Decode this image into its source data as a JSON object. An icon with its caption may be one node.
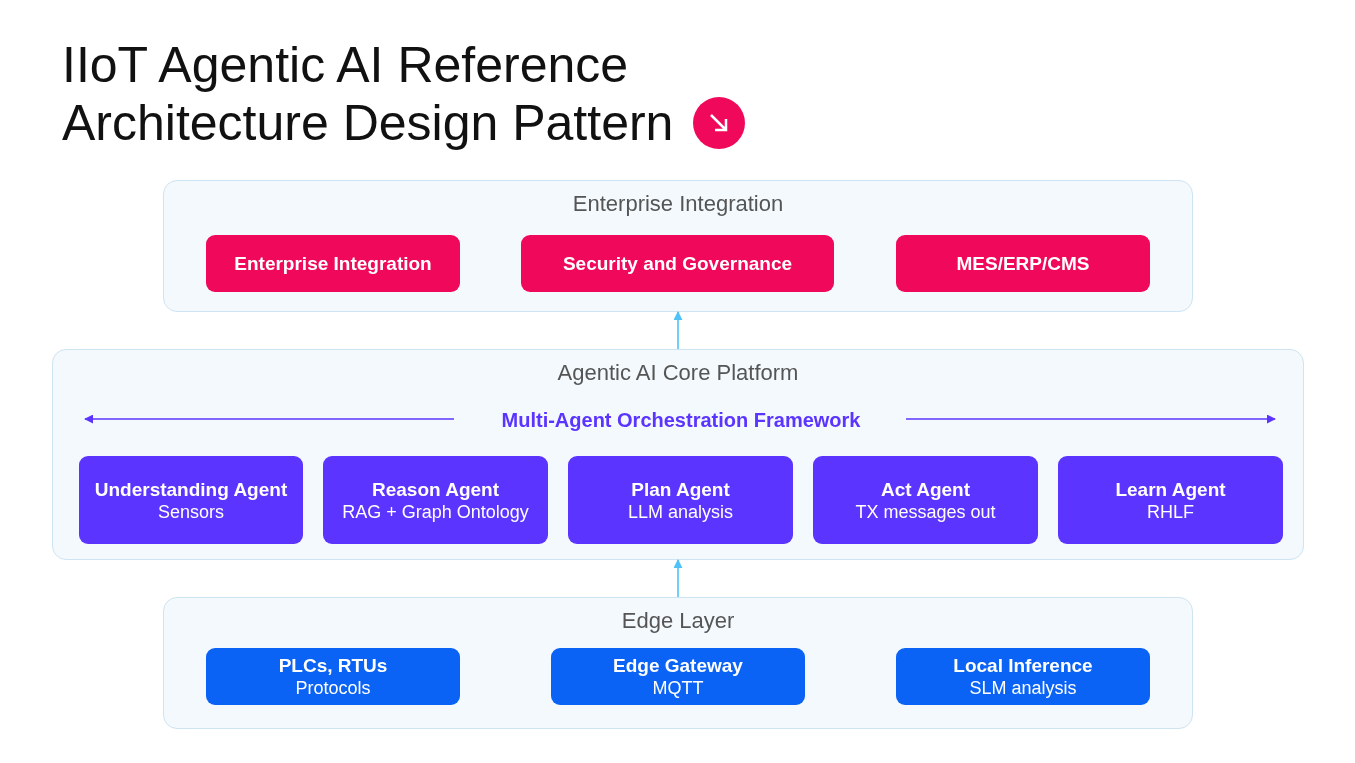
{
  "diagram": {
    "title": "IIoT Agentic AI Reference Architecture Design Pattern",
    "nodes": [
      {
        "text": [
          "Enterprise Integration"
        ]
      },
      {
        "text": [
          "Enterprise Integration"
        ],
        "in": 0
      },
      {
        "text": [
          "Security and Governance"
        ],
        "in": 0
      },
      {
        "text": [
          "MES/ERP/CMS"
        ],
        "in": 0
      },
      {
        "text": [
          "Agentic AI Core Platform"
        ]
      },
      {
        "text": [
          "Multi-Agent Orchestration Framework"
        ],
        "in": 4
      },
      {
        "text": [
          "Understanding Agent",
          "Sensors"
        ],
        "in": 4
      },
      {
        "text": [
          "Reason Agent",
          "RAG + Graph Ontology"
        ],
        "in": 4
      },
      {
        "text": [
          "Plan Agent",
          "LLM analysis"
        ],
        "in": 4
      },
      {
        "text": [
          "Act Agent",
          "TX messages out"
        ],
        "in": 4
      },
      {
        "text": [
          "Learn Agent",
          "RHLF"
        ],
        "in": 4
      },
      {
        "text": [
          "Edge Layer"
        ]
      },
      {
        "text": [
          "PLCs, RTUs",
          "Protocols"
        ],
        "in": 11
      },
      {
        "text": [
          "Edge Gateway",
          "MQTT"
        ],
        "in": 11
      },
      {
        "text": [
          "Local Inference",
          "SLM analysis"
        ],
        "in": 11
      }
    ],
    "edges": [
      {
        "from": 11,
        "to": 4,
        "arrow": "to"
      },
      {
        "from": 4,
        "to": 0,
        "arrow": "to"
      },
      {
        "from": 5,
        "to": null,
        "arrow": "to",
        "color": "#5b34ff"
      },
      {
        "from": 5,
        "to": null,
        "arrow": "to",
        "color": "#5b34ff"
      }
    ]
  }
}
